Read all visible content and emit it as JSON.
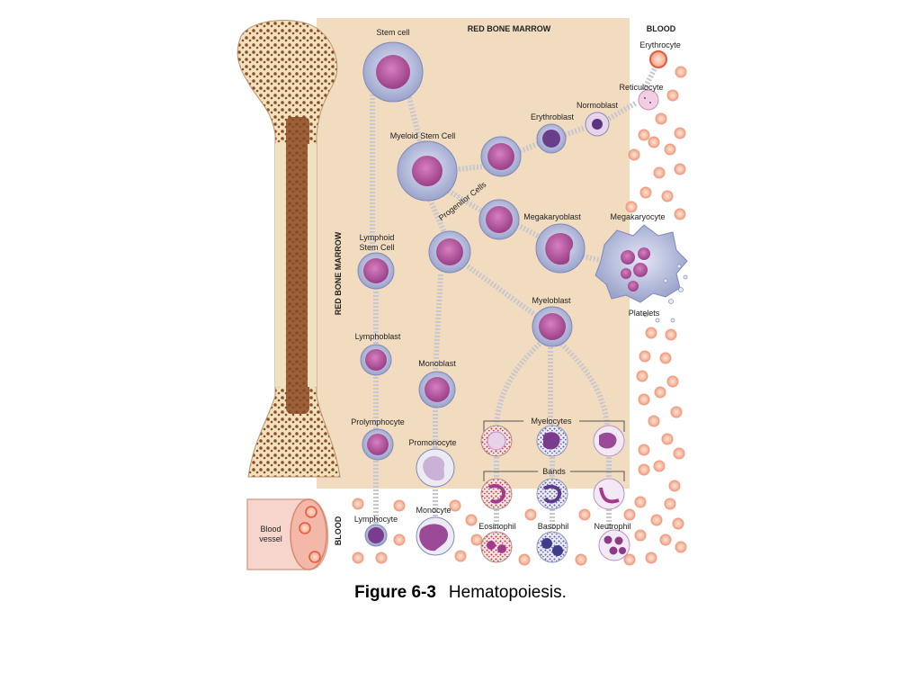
{
  "diagram": {
    "headers": {
      "red_bone_marrow_top": "RED BONE MARROW",
      "blood_top": "BLOOD",
      "red_bone_marrow_side": "RED BONE MARROW",
      "blood_side": "BLOOD"
    },
    "labels": {
      "stem_cell": "Stem cell",
      "erythrocyte": "Erythrocyte",
      "reticulocyte": "Reticulocyte",
      "normoblast": "Normoblast",
      "erythroblast": "Erythroblast",
      "myeloid_stem_cell": "Myeloid Stem Cell",
      "progenitor_cells": "Progenitor Cells",
      "megakaryoblast": "Megakaryoblast",
      "megakaryocyte": "Megakaryocyte",
      "lymphoid_stem_cell_1": "Lymphoid",
      "lymphoid_stem_cell_2": "Stem Cell",
      "platelets": "Platelets",
      "myeloblast": "Myeloblast",
      "lymphoblast": "Lymphoblast",
      "monoblast": "Monoblast",
      "prolymphocyte": "Prolymphocyte",
      "myelocytes": "Myelocytes",
      "promonocyte": "Promonocyte",
      "bands": "Bands",
      "blood_vessel_1": "Blood",
      "blood_vessel_2": "vessel",
      "lymphocyte": "Lymphocyte",
      "monocyte": "Monocyte",
      "eosinophil": "Eosinophil",
      "basophil": "Basophil",
      "neutrophil": "Neutrophil"
    },
    "colors": {
      "marrow_background": "#f2dcc0",
      "bone_shaft": "#f1e2bf",
      "bone_marrow_spongy": "#8a4a22",
      "cell_nucleus": "#b0509a",
      "cell_membrane": "#bcc4e0",
      "red_blood_cell": "#f4b9a2",
      "erythrocyte_ring": "#e25a3c"
    }
  },
  "caption": {
    "figure_number": "Figure 6-3",
    "title": "Hematopoiesis."
  }
}
